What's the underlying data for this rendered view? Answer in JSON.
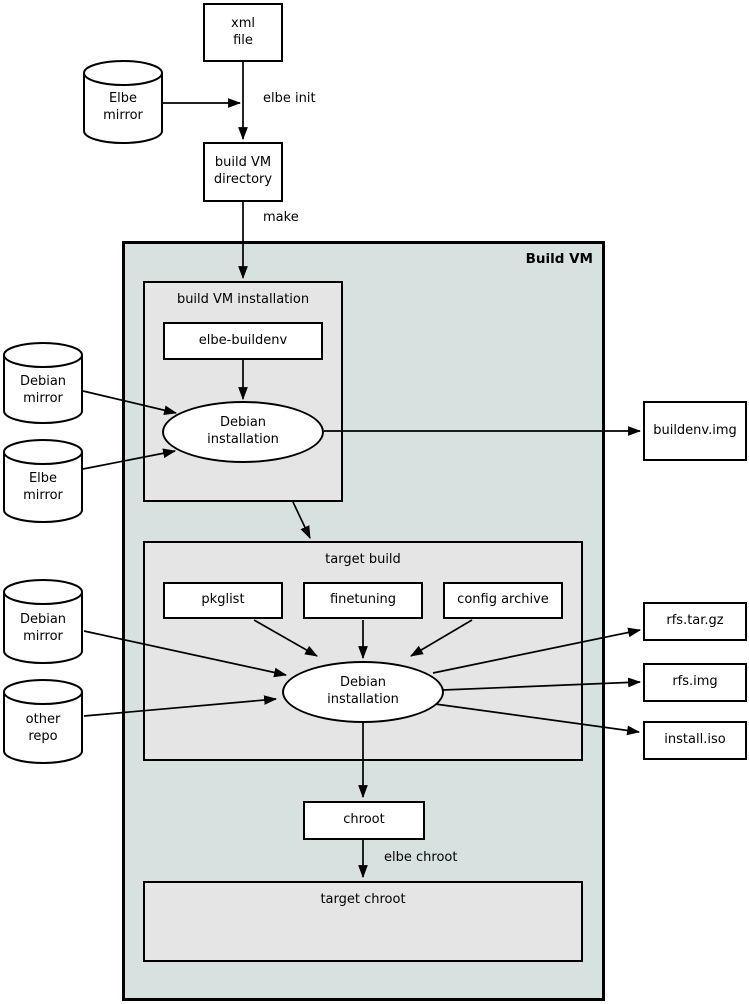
{
  "diagram": {
    "outer_container": {
      "label": "Build VM"
    },
    "groups": {
      "build_vm_installation": "build VM installation",
      "target_build": "target build",
      "target_chroot": "target chroot"
    },
    "nodes": {
      "xml_file": "xml\nfile",
      "build_vm_directory": "build VM\ndirectory",
      "elbe_buildenv": "elbe-buildenv",
      "debian_installation_1": "Debian\ninstallation",
      "pkglist": "pkglist",
      "finetuning": "finetuning",
      "config_archive": "config archive",
      "debian_installation_2": "Debian\ninstallation",
      "chroot": "chroot",
      "buildenv_img": "buildenv.img",
      "rfs_tar_gz": "rfs.tar.gz",
      "rfs_img": "rfs.img",
      "install_iso": "install.iso"
    },
    "cylinders": {
      "elbe_mirror_top": "Elbe\nmirror",
      "debian_mirror_1": "Debian\nmirror",
      "elbe_mirror_2": "Elbe\nmirror",
      "debian_mirror_2": "Debian\nmirror",
      "other_repo": "other\nrepo"
    },
    "edge_labels": {
      "elbe_init": "elbe init",
      "make": "make",
      "elbe_chroot": "elbe chroot"
    },
    "colors": {
      "vm_background": "#d7e2e0",
      "group_background": "#e5e5e5",
      "node_background": "#ffffff",
      "line": "#000000"
    }
  }
}
